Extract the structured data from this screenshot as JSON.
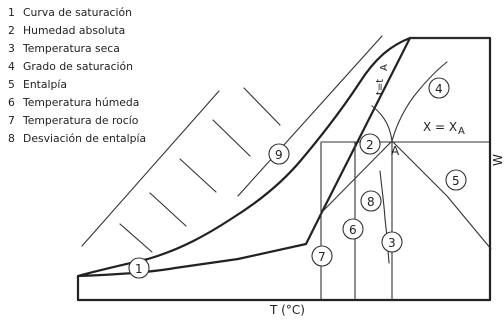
{
  "legend": [
    {
      "num": "1",
      "label": "Curva de saturación"
    },
    {
      "num": "2",
      "label": "Humedad absoluta"
    },
    {
      "num": "3",
      "label": "Temperatura seca"
    },
    {
      "num": "4",
      "label": "Grado de saturación"
    },
    {
      "num": "5",
      "label": "Entalpía"
    },
    {
      "num": "6",
      "label": "Temperatura húmeda"
    },
    {
      "num": "7",
      "label": "Temperatura de rocío"
    },
    {
      "num": "8",
      "label": "Desviación de entalpía"
    }
  ],
  "diagram": {
    "point_label": "A",
    "x_label": "X = X",
    "x_label_sub": "A",
    "t_label": "t=t",
    "t_label_sub": "A",
    "axis_x_label": "T (°C)",
    "right_axis_label": "W",
    "circle_numbers": {
      "one": "1",
      "two": "2",
      "three": "3",
      "four": "4",
      "five": "5",
      "six": "6",
      "seven": "7",
      "eight": "8",
      "nine": "9"
    }
  }
}
